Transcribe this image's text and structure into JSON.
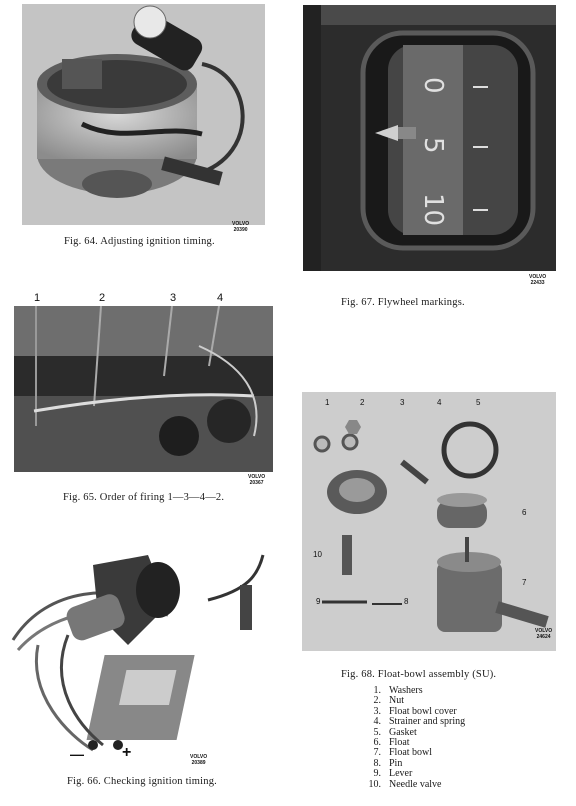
{
  "fig64": {
    "caption": "Fig. 64. Adjusting ignition timing.",
    "stamp_line1": "VOLVO",
    "stamp_line2": "20390"
  },
  "fig67": {
    "caption": "Fig. 67. Flywheel markings.",
    "stamp_line1": "VOLVO",
    "stamp_line2": "22433",
    "marks": [
      "0",
      "5",
      "10"
    ]
  },
  "fig65": {
    "caption": "Fig. 65. Order of firing 1—3—4—2.",
    "stamp_line1": "VOLVO",
    "stamp_line2": "20367",
    "cylinder_numbers": [
      "1",
      "2",
      "3",
      "4"
    ]
  },
  "fig66": {
    "caption": "Fig. 66. Checking ignition timing.",
    "stamp_line1": "VOLVO",
    "stamp_line2": "20389",
    "minus": "—",
    "plus": "+"
  },
  "fig68": {
    "caption": "Fig. 68. Float-bowl assembly (SU).",
    "stamp_line1": "VOLVO",
    "stamp_line2": "24624",
    "callouts": [
      "1",
      "2",
      "3",
      "4",
      "5",
      "6",
      "7",
      "8",
      "9",
      "10"
    ],
    "legend": [
      {
        "num": "1.",
        "label": "Washers"
      },
      {
        "num": "2.",
        "label": "Nut"
      },
      {
        "num": "3.",
        "label": "Float bowl cover"
      },
      {
        "num": "4.",
        "label": "Strainer and spring"
      },
      {
        "num": "5.",
        "label": "Gasket"
      },
      {
        "num": "6.",
        "label": "Float"
      },
      {
        "num": "7.",
        "label": "Float bowl"
      },
      {
        "num": "8.",
        "label": "Pin"
      },
      {
        "num": "9.",
        "label": "Lever"
      },
      {
        "num": "10.",
        "label": "Needle valve"
      }
    ]
  }
}
